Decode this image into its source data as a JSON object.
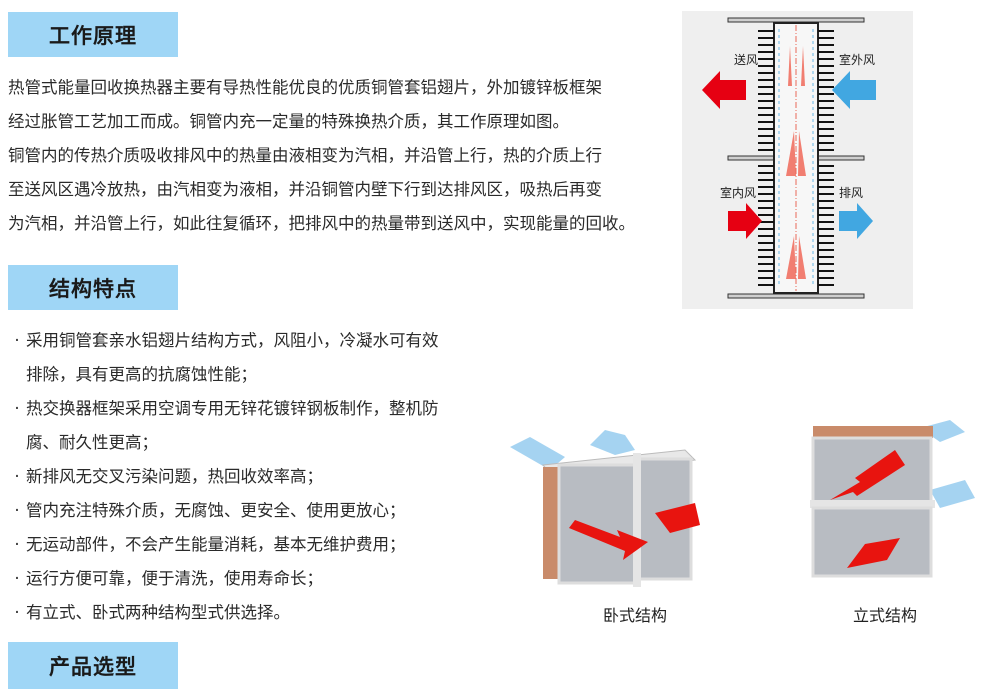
{
  "sections": {
    "principle": {
      "title": "工作原理"
    },
    "features": {
      "title": "结构特点"
    },
    "selection": {
      "title": "产品选型"
    }
  },
  "principle_text": {
    "lines": [
      "热管式能量回收换热器主要有导热性能优良的优质铜管套铝翅片，外加镀锌板框架",
      "经过胀管工艺加工而成。铜管内充一定量的特殊换热介质，其工作原理如图。",
      "铜管内的传热介质吸收排风中的热量由液相变为汽相，并沿管上行，热的介质上行",
      "至送风区遇冷放热，由汽相变为液相，并沿铜管内壁下行到达排风区，吸热后再变",
      "为汽相，并沿管上行，如此往复循环，把排风中的热量带到送风中，实现能量的回收。"
    ]
  },
  "diagram": {
    "labels": {
      "supply_air": "送风",
      "outdoor_air": "室外风",
      "indoor_air": "室内风",
      "exhaust_air": "排风"
    },
    "colors": {
      "warm": "#e60012",
      "cool": "#41a7e1",
      "background": "#efefef"
    }
  },
  "feature_list": {
    "bullet": "·",
    "items": [
      {
        "line1": "采用铜管套亲水铝翅片结构方式，风阻小，冷凝水可有效",
        "line2": "排除，具有更高的抗腐蚀性能；"
      },
      {
        "line1": "热交换器框架采用空调专用无锌花镀锌钢板制作，整机防",
        "line2": "腐、耐久性更高；"
      },
      {
        "line1": "新排风无交叉污染问题，热回收效率高；"
      },
      {
        "line1": "管内充注特殊介质，无腐蚀、更安全、使用更放心；"
      },
      {
        "line1": "无运动部件，不会产生能量消耗，基本无维护费用；"
      },
      {
        "line1": "运行方便可靠，便于清洗，使用寿命长；"
      },
      {
        "line1": "有立式、卧式两种结构型式供选择。"
      }
    ]
  },
  "products": {
    "horizontal": {
      "caption": "卧式结构"
    },
    "vertical": {
      "caption": "立式结构"
    }
  },
  "theme": {
    "header_bg": "#9fd6f6",
    "text": "#2a2a2a"
  }
}
